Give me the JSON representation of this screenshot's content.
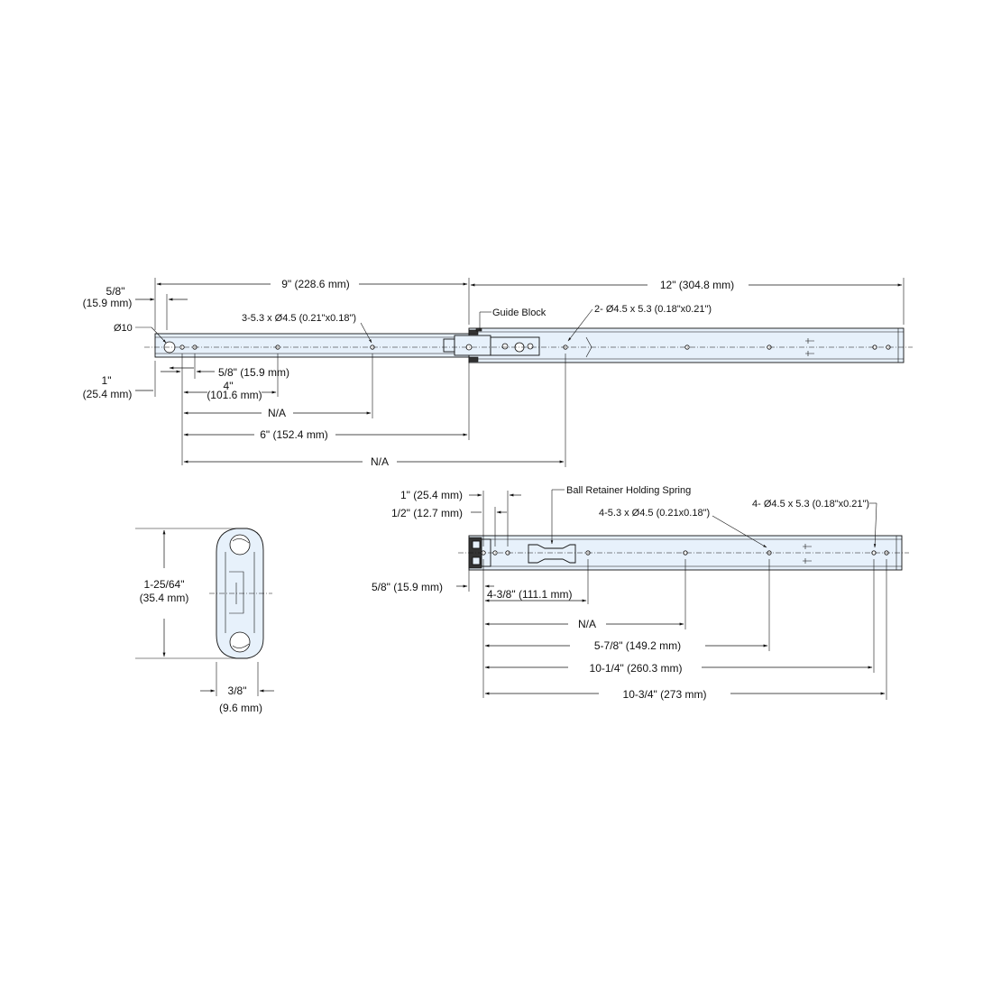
{
  "top_view": {
    "dim_5_8": {
      "line1": "5/8\"",
      "line2": "(15.9 mm)"
    },
    "dim_9": "9\" (228.6 mm)",
    "dim_12": "12\" (304.8 mm)",
    "note_holes_left": "3-5.3 x Ø4.5 (0.21\"x0.18\")",
    "note_guide_block": "Guide Block",
    "note_holes_right": "2- Ø4.5 x 5.3 (0.18\"x0.21\")",
    "dim_dia10": "Ø10",
    "dim_1": {
      "line1": "1\"",
      "line2": "(25.4 mm)"
    },
    "dim_5_8_hole": "5/8\" (15.9 mm)",
    "dim_4": {
      "line1": "4\"",
      "line2": "(101.6 mm)"
    },
    "dim_na_1": "N/A",
    "dim_6": "6\" (152.4 mm)",
    "dim_na_2": "N/A"
  },
  "bottom_view": {
    "dim_1": "1\" (25.4 mm)",
    "dim_1_2": "1/2\" (12.7 mm)",
    "note_spring": "Ball Retainer Holding Spring",
    "note_holes_left": "4-5.3 x Ø4.5 (0.21x0.18\")",
    "note_holes_right": "4- Ø4.5 x 5.3 (0.18\"x0.21\")",
    "dim_5_8": "5/8\" (15.9 mm)",
    "dim_4_3_8": "4-3/8\" (111.1 mm)",
    "dim_na": "N/A",
    "dim_5_7_8": "5-7/8\" (149.2 mm)",
    "dim_10_1_4": "10-1/4\" (260.3 mm)",
    "dim_10_3_4": "10-3/4\" (273 mm)"
  },
  "profile_view": {
    "dim_height": {
      "line1": "1-25/64\"",
      "line2": "(35.4 mm)"
    },
    "dim_width": {
      "line1": "3/8\"",
      "line2": "(9.6 mm)"
    }
  }
}
